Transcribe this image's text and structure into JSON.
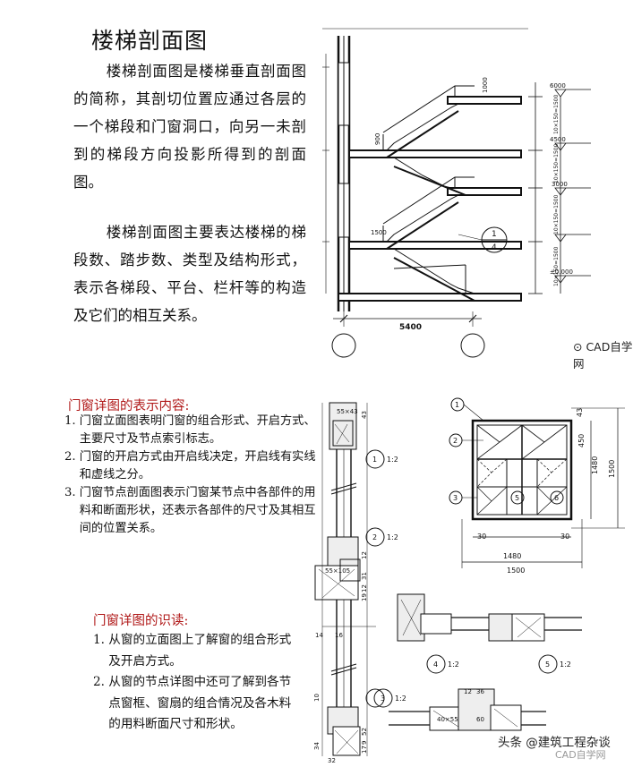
{
  "stair": {
    "title": "楼梯剖面图",
    "para1": "楼梯剖面图是楼梯垂直剖面图的简称，其剖切位置应通过各层的一个梯段和门窗洞口，向另一未剖到的梯段方向投影所得到的剖面图。",
    "para2": "楼梯剖面图主要表达楼梯的梯段数、踏步数、类型及结构形式，表示各梯段、平台、栏杆等的构造及它们的相互关系。",
    "drawing": {
      "levels": [
        "6000",
        "4500",
        "3000",
        "±0.000"
      ],
      "run_labels": [
        "10×150=1500",
        "10×150=1500",
        "10×150=1500",
        "10×150=1500"
      ],
      "rail_height": "1000",
      "dim_900": "900",
      "dim_1500": "1500",
      "detail_top": "1",
      "detail_bottom": "4",
      "span": "5400"
    }
  },
  "window": {
    "heading1": "门窗详图的表示内容:",
    "items1": [
      {
        "n": "1. ",
        "t": "门窗立面图表明门窗的组合形式、开启方式、主要尺寸及节点索引标志。"
      },
      {
        "n": "2. ",
        "t": "门窗的开启方式由开启线决定，开启线有实线和虚线之分。"
      },
      {
        "n": "3. ",
        "t": "门窗节点剖面图表示门窗某节点中各部件的用料和断面形状，还表示各部件的尺寸及其相互间的位置关系。"
      }
    ],
    "heading2": "门窗详图的识读:",
    "items2": [
      {
        "n": "1. ",
        "t": "从窗的立面图上了解窗的组合形式及开启方式。"
      },
      {
        "n": "2. ",
        "t": "从窗的节点详图中还可了解到各节点窗框、窗扇的组合情况及各木料的用料断面尺寸和形状。"
      }
    ],
    "drawing": {
      "elev_width_inner": "1480",
      "elev_width": "1500",
      "elev_height_inner": "1480",
      "elev_height": "1500",
      "dim_450": "450",
      "dim_30": "30",
      "dim_43": "43",
      "marks": [
        "1",
        "2",
        "3",
        "5",
        "6"
      ],
      "sec_labels": [
        "1",
        "2",
        "3",
        "4",
        "5"
      ],
      "scale": "1:2",
      "sizes": [
        "55×43",
        "55×105",
        "40×55",
        "12",
        "36",
        "60"
      ],
      "small_dims": [
        "43",
        "12",
        "31",
        "14",
        "16",
        "12",
        "19",
        "10",
        "34",
        "32",
        "52",
        "9",
        "17"
      ]
    }
  },
  "watermarks": {
    "top": "CAD自学网",
    "bottom": "头条 @建筑工程杂谈",
    "faint": "CAD自学网"
  }
}
